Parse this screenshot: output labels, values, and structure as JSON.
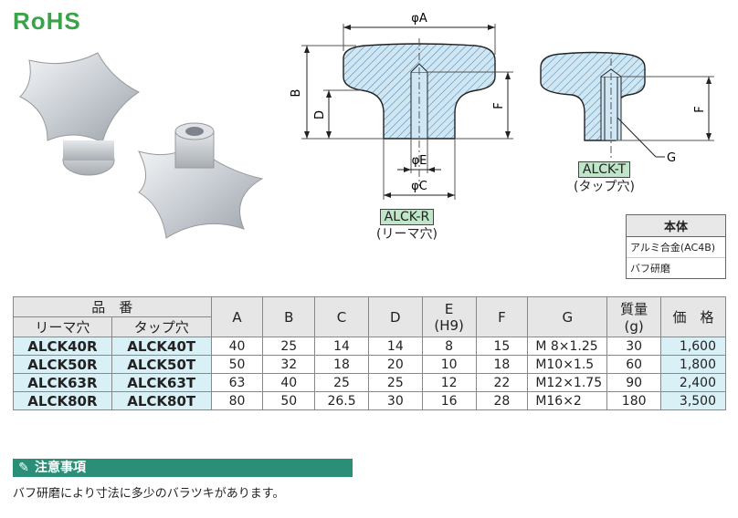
{
  "brand": {
    "rohs": "RoHS"
  },
  "drawing": {
    "dims": {
      "A": "φA",
      "B": "B",
      "C": "φC",
      "D": "D",
      "E": "φE",
      "F": "F",
      "F2": "F",
      "G": "G"
    },
    "variant_r": {
      "code": "ALCK-R",
      "desc": "(リーマ穴)"
    },
    "variant_t": {
      "code": "ALCK-T",
      "desc": "(タップ穴)"
    }
  },
  "material": {
    "header": "本体",
    "items": [
      "アルミ合金(AC4B)",
      "バフ研磨"
    ]
  },
  "table": {
    "h_hinban": "品　番",
    "h_reamer": "リーマ穴",
    "h_tap": "タップ穴",
    "h_A": "A",
    "h_B": "B",
    "h_C": "C",
    "h_D": "D",
    "h_E1": "E",
    "h_E2": "(H9)",
    "h_F": "F",
    "h_G": "G",
    "h_W1": "質量",
    "h_W2": "(g)",
    "h_price": "価　格",
    "rows": [
      {
        "r": "ALCK40R",
        "t": "ALCK40T",
        "A": "40",
        "B": "25",
        "C": "14",
        "D": "14",
        "E": "8",
        "F": "15",
        "G": "M  8×1.25",
        "W": "30",
        "P": "1,600"
      },
      {
        "r": "ALCK50R",
        "t": "ALCK50T",
        "A": "50",
        "B": "32",
        "C": "18",
        "D": "20",
        "E": "10",
        "F": "18",
        "G": "M10×1.5",
        "W": "60",
        "P": "1,800"
      },
      {
        "r": "ALCK63R",
        "t": "ALCK63T",
        "A": "63",
        "B": "40",
        "C": "25",
        "D": "25",
        "E": "12",
        "F": "22",
        "G": "M12×1.75",
        "W": "90",
        "P": "2,400"
      },
      {
        "r": "ALCK80R",
        "t": "ALCK80T",
        "A": "80",
        "B": "50",
        "C": "26.5",
        "D": "30",
        "E": "16",
        "F": "28",
        "G": "M16×2",
        "W": "180",
        "P": "3,500"
      }
    ]
  },
  "note": {
    "title": "注意事項",
    "text": "バフ研磨により寸法に多少のバラツキがあります。",
    "icon": "pen-icon"
  }
}
